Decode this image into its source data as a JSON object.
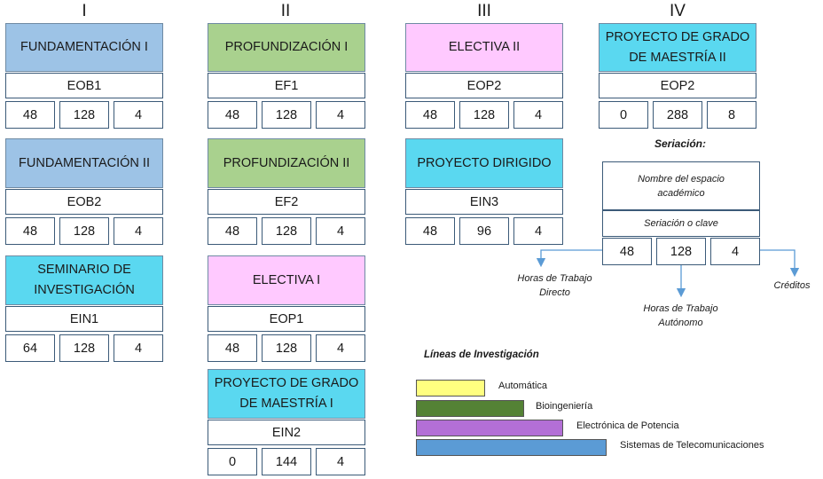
{
  "semesters": [
    "I",
    "II",
    "III",
    "IV"
  ],
  "courses": [
    {
      "title": "FUNDAMENTACIÓN I",
      "code": "EOB1",
      "numbers": [
        "48",
        "128",
        "4"
      ],
      "color": "#9dc3e6"
    },
    {
      "title": "FUNDAMENTACIÓN II",
      "code": "EOB2",
      "numbers": [
        "48",
        "128",
        "4"
      ],
      "color": "#9dc3e6"
    },
    {
      "title": "SEMINARIO DE INVESTIGACIÓN",
      "code": "EIN1",
      "numbers": [
        "64",
        "128",
        "4"
      ],
      "color": "#5ad8f0"
    },
    {
      "title": "PROFUNDIZACIÓN I",
      "code": "EF1",
      "numbers": [
        "48",
        "128",
        "4"
      ],
      "color": "#a9d18e"
    },
    {
      "title": "PROFUNDIZACIÓN II",
      "code": "EF2",
      "numbers": [
        "48",
        "128",
        "4"
      ],
      "color": "#a9d18e"
    },
    {
      "title": "ELECTIVA I",
      "code": "EOP1",
      "numbers": [
        "48",
        "128",
        "4"
      ],
      "color": "#ffc9ff"
    },
    {
      "title": "PROYECTO DE GRADO DE MAESTRÍA I",
      "code": "EIN2",
      "numbers": [
        "0",
        "144",
        "4"
      ],
      "color": "#5ad8f0"
    },
    {
      "title": "ELECTIVA II",
      "code": "EOP2",
      "numbers": [
        "48",
        "128",
        "4"
      ],
      "color": "#ffc9ff"
    },
    {
      "title": "PROYECTO DIRIGIDO",
      "code": "EIN3",
      "numbers": [
        "48",
        "96",
        "4"
      ],
      "color": "#5ad8f0"
    },
    {
      "title": "PROYECTO DE GRADO DE MAESTRÍA II",
      "code": "EOP2",
      "numbers": [
        "0",
        "288",
        "8"
      ],
      "color": "#5ad8f0"
    }
  ],
  "seriation": {
    "heading": "Seriación:",
    "name_label": "Nombre del espacio académico",
    "code_label": "Seriación o clave",
    "numbers": [
      "48",
      "128",
      "4"
    ],
    "label_direct": "Horas de Trabajo Directo",
    "label_autonomous": "Horas de Trabajo Autónomo",
    "label_credits": "Créditos",
    "arrow_color": "#5b9bd5"
  },
  "legend": {
    "title": "Líneas de Investigación",
    "items": [
      {
        "label": "Automática",
        "color": "#ffff80"
      },
      {
        "label": "Bioingeniería",
        "color": "#548235"
      },
      {
        "label": "Electrónica de Potencia",
        "color": "#b36fd6"
      },
      {
        "label": "Sistemas de Telecomunicaciones",
        "color": "#5b9bd5"
      }
    ]
  }
}
